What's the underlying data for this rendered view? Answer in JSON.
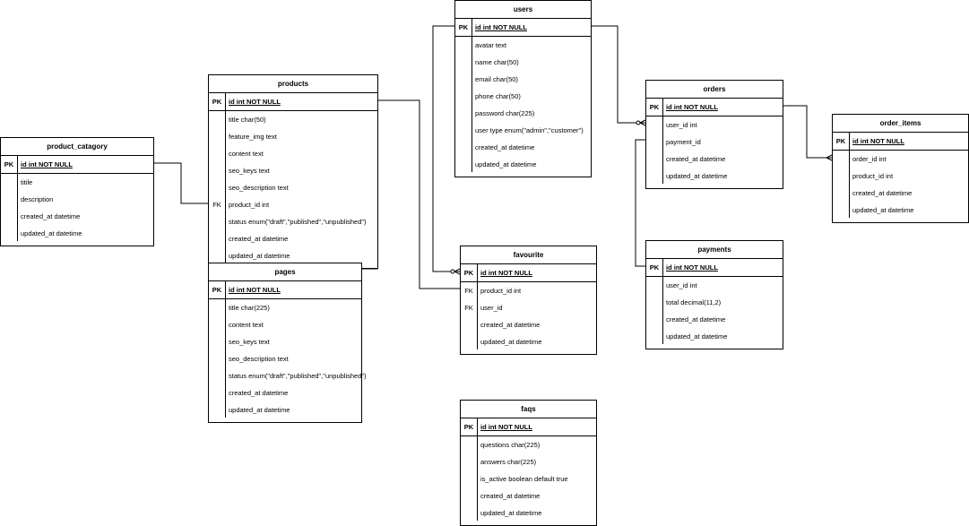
{
  "tables": [
    {
      "id": "users",
      "title": "users",
      "pk": "id int NOT NULL",
      "fields": [
        {
          "key": "",
          "text": "avatar text"
        },
        {
          "key": "",
          "text": "name char(50)"
        },
        {
          "key": "",
          "text": "email char(50)"
        },
        {
          "key": "",
          "text": "phone char(50)"
        },
        {
          "key": "",
          "text": "password char(225)"
        },
        {
          "key": "",
          "text": "user type enum(\"admin\",\"customer\")"
        },
        {
          "key": "",
          "text": "created_at datetime"
        },
        {
          "key": "",
          "text": "updated_at datetime"
        }
      ]
    },
    {
      "id": "products",
      "title": "products",
      "pk": "id int NOT NULL",
      "fields": [
        {
          "key": "",
          "text": "title char(50)"
        },
        {
          "key": "",
          "text": "feature_img text"
        },
        {
          "key": "",
          "text": "content text"
        },
        {
          "key": "",
          "text": "seo_keys text"
        },
        {
          "key": "",
          "text": "seo_description text"
        },
        {
          "key": "FK",
          "text": "product_id  int"
        },
        {
          "key": "",
          "text": "status enum(\"draft\",\"published\",\"unpublished\")"
        },
        {
          "key": "",
          "text": "created_at datetime"
        },
        {
          "key": "",
          "text": "updated_at datetime"
        }
      ]
    },
    {
      "id": "product_catagory",
      "title": "product_catagory",
      "pk": "id int NOT NULL",
      "fields": [
        {
          "key": "",
          "text": "titile"
        },
        {
          "key": "",
          "text": "description"
        },
        {
          "key": "",
          "text": "created_at datetime"
        },
        {
          "key": "",
          "text": "updated_at datetime"
        }
      ]
    },
    {
      "id": "pages",
      "title": "pages",
      "pk": "id int NOT NULL",
      "fields": [
        {
          "key": "",
          "text": "title char(225)"
        },
        {
          "key": "",
          "text": "content text"
        },
        {
          "key": "",
          "text": "seo_keys text"
        },
        {
          "key": "",
          "text": "seo_description text"
        },
        {
          "key": "",
          "text": "status enum(\"draft\",\"published\",\"unpublished\")"
        },
        {
          "key": "",
          "text": "created_at datetime"
        },
        {
          "key": "",
          "text": "updated_at datetime"
        }
      ]
    },
    {
      "id": "orders",
      "title": "orders",
      "pk": "id int NOT NULL",
      "fields": [
        {
          "key": "",
          "text": "user_id int"
        },
        {
          "key": "",
          "text": "payment_id"
        },
        {
          "key": "",
          "text": "created_at datetime"
        },
        {
          "key": "",
          "text": "updated_at datetime"
        }
      ]
    },
    {
      "id": "order_items",
      "title": "order_items",
      "pk": "id int NOT NULL",
      "fields": [
        {
          "key": "",
          "text": "order_id int"
        },
        {
          "key": "",
          "text": "product_id int"
        },
        {
          "key": "",
          "text": "created_at datetime"
        },
        {
          "key": "",
          "text": "updated_at datetime"
        }
      ]
    },
    {
      "id": "favourite",
      "title": "favourite",
      "pk": "id int NOT NULL",
      "fields": [
        {
          "key": "FK",
          "text": "product_id int"
        },
        {
          "key": "FK",
          "text": "user_id"
        },
        {
          "key": "",
          "text": "created_at datetime"
        },
        {
          "key": "",
          "text": "updated_at datetime"
        }
      ]
    },
    {
      "id": "payments",
      "title": "payments",
      "pk": "id int NOT NULL",
      "fields": [
        {
          "key": "",
          "text": "user_id int"
        },
        {
          "key": "",
          "text": "total decimal(11,2)"
        },
        {
          "key": "",
          "text": "created_at datetime"
        },
        {
          "key": "",
          "text": "updated_at datetime"
        }
      ]
    },
    {
      "id": "faqs",
      "title": "faqs",
      "pk": "id int NOT NULL",
      "fields": [
        {
          "key": "",
          "text": "questions char(225)"
        },
        {
          "key": "",
          "text": "answers char(225)"
        },
        {
          "key": "",
          "text": "is_active boolean default true"
        },
        {
          "key": "",
          "text": "created_at datetime"
        },
        {
          "key": "",
          "text": "updated_at datetime"
        }
      ]
    }
  ],
  "pk_label": "PK",
  "relations": [
    {
      "from": "users",
      "to": "orders",
      "cardinality": "one-to-zero-or-many"
    },
    {
      "from": "orders",
      "to": "order_items",
      "cardinality": "one-to-many"
    },
    {
      "from": "users",
      "to": "favourite",
      "cardinality": "one-to-zero-or-many"
    },
    {
      "from": "products",
      "to": "favourite",
      "cardinality": "one-to-many"
    },
    {
      "from": "product_catagory",
      "to": "products",
      "cardinality": "one-to-many"
    },
    {
      "from": "orders",
      "to": "payments",
      "cardinality": "one-to-one"
    }
  ]
}
